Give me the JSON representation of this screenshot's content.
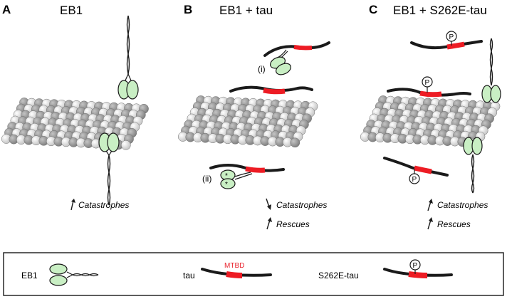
{
  "colors": {
    "tau_line": "#1a1a1a",
    "mtbd": "#ed1c24",
    "eb1_fill": "#c9efc4",
    "eb1_stroke": "#1a1a1a",
    "tubulin_dark": "#8c8c8c",
    "tubulin_light": "#d9d9d9"
  },
  "panels": [
    {
      "letter": "A",
      "title": "EB1",
      "effects": [
        {
          "direction": "up",
          "text": "Catastrophes"
        }
      ]
    },
    {
      "letter": "B",
      "title": "EB1 + tau",
      "labels": [
        "(i)",
        "(ii)"
      ],
      "effects": [
        {
          "direction": "down",
          "text": "Catastrophes"
        },
        {
          "direction": "up",
          "text": "Rescues"
        }
      ]
    },
    {
      "letter": "C",
      "title": "EB1 + S262E-tau",
      "effects": [
        {
          "direction": "up",
          "text": "Catastrophes"
        },
        {
          "direction": "up",
          "text": "Rescues"
        }
      ]
    }
  ],
  "phospho_symbol": "P",
  "legend": {
    "eb1": "EB1",
    "tau": "tau",
    "mtbd": "MTBD",
    "s262e": "S262E-tau"
  }
}
